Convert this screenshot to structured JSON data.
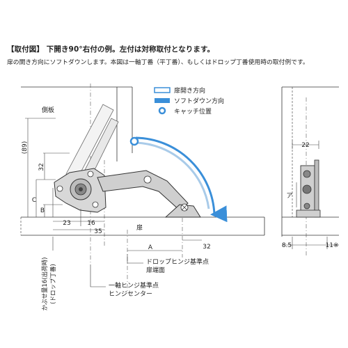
{
  "header": {
    "title": "【取付図】 下開き90°右付の例。左付は対称取付となります。",
    "description": "扉の開き方向にソフトダウンします。本図は一軸丁番（平丁番）、もしくはドロップ丁番使用時の取付例です。"
  },
  "legend": {
    "door_open_direction": "扉開き方向",
    "soft_down_direction": "ソフトダウン方向",
    "catch_position": "キャッチ位置"
  },
  "labels": {
    "side_panel": "側板",
    "door": "扉",
    "drop_hinge_ref": "ドロップヒンジ基準点",
    "door_end_face": "扉端面",
    "single_axis_ref": "一軸ヒンジ基準点",
    "hinge_center": "ヒンジセンター",
    "overlay_note_1": "かぶせ量16(出荷時)",
    "overlay_note_2": "(ドロップ丁番)"
  },
  "dimensions": {
    "d89": "(89)",
    "d32v": "32",
    "dC": "C",
    "dB": "B",
    "d23": "23",
    "d16": "16",
    "d35": "35",
    "dA": "A",
    "d32h": "32",
    "d22": "22",
    "dA2": "ア",
    "d85": "8.5",
    "d11": "11※"
  },
  "colors": {
    "accent_blue": "#3a8fd9",
    "line": "#333333",
    "dim_line": "#444444",
    "part_fill": "#d8d8d8",
    "part_dark": "#555555"
  }
}
